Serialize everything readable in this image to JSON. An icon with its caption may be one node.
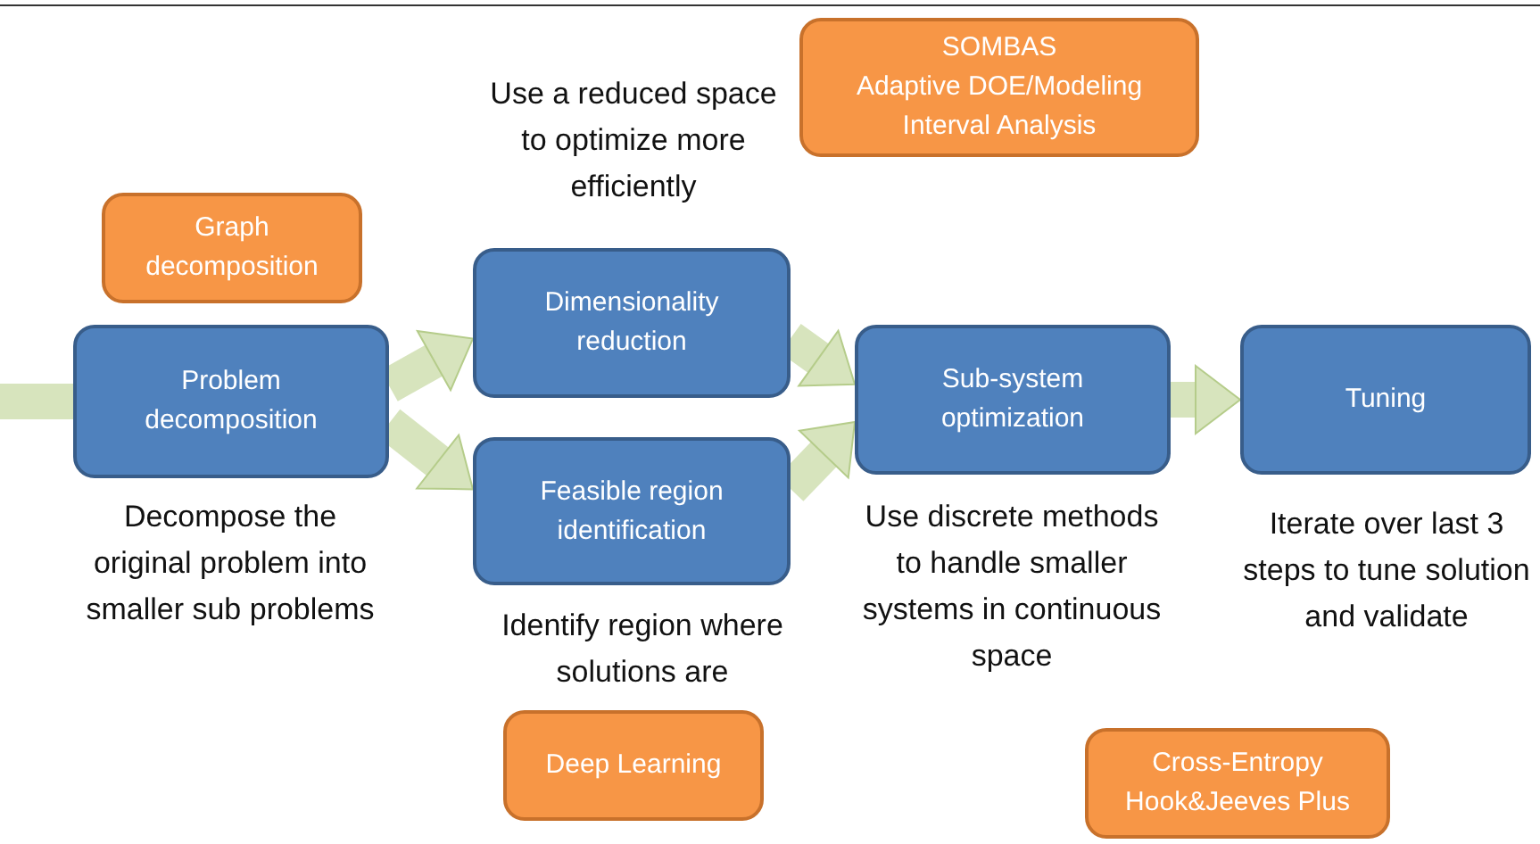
{
  "diagram": {
    "nodes": [
      {
        "text": [
          "Graph decomposition"
        ]
      },
      {
        "text": [
          "Problem decomposition"
        ],
        "beside": [
          "Decompose the original problem into smaller sub problems"
        ]
      },
      {
        "text": [
          "Dimensionality reduction"
        ]
      },
      {
        "text": [
          "Feasible region identification"
        ],
        "beside": [
          "Identify region where solutions are"
        ]
      },
      {
        "text": [
          "SOMBAS",
          "Adaptive DOE/Modeling",
          "Interval Analysis"
        ]
      },
      {
        "text": [
          "Sub-system optimization"
        ],
        "beside": [
          "Use discrete methods to handle smaller systems in continuous space"
        ]
      },
      {
        "text": [
          "Tuning"
        ],
        "beside": [
          "Iterate over last 3 steps to tune solution and validate"
        ]
      },
      {
        "text": [
          "Deep Learning"
        ]
      },
      {
        "text": [
          "Cross-Entropy",
          "Hook&Jeeves Plus"
        ]
      }
    ],
    "edges": [
      {
        "from": null,
        "to": 1,
        "arrow": "none"
      },
      {
        "from": 1,
        "to": 2,
        "arrow": "to"
      },
      {
        "from": 1,
        "to": 3,
        "arrow": "to"
      },
      {
        "from": 2,
        "to": 5,
        "arrow": "to"
      },
      {
        "from": 3,
        "to": 5,
        "arrow": "to"
      },
      {
        "from": 5,
        "to": 6,
        "arrow": "to"
      }
    ],
    "labels": [
      "Use a reduced space to optimize more efficiently"
    ]
  }
}
